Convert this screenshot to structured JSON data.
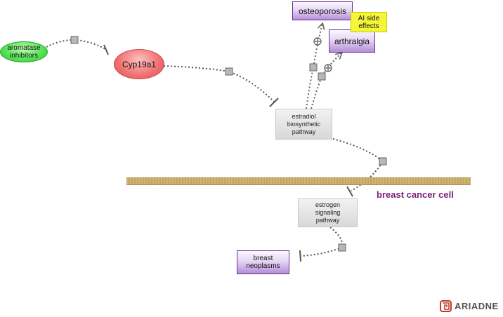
{
  "diagram": {
    "nodes": {
      "aromatase_inhibitors": "aromatase inhibitors",
      "cyp19a1": "Cyp19a1",
      "osteoporosis": "osteoporosis",
      "arthralgia": "arthralgia",
      "ai_side_effects": "AI side effects",
      "estradiol_pathway": "estradiol biosynthetic pathway",
      "estrogen_pathway": "estrogen signaling pathway",
      "breast_neoplasms": "breast neoplasms"
    },
    "compartment_label": "breast cancer cell",
    "colors": {
      "cell_label": "#7a1f7a",
      "membrane": "#c8ad6a",
      "edge": "#555555",
      "inhibitor_bar": "#555555"
    },
    "edges": [
      {
        "from": "aromatase inhibitors",
        "to": "Cyp19a1",
        "type": "inhibition"
      },
      {
        "from": "Cyp19a1",
        "to": "estradiol biosynthetic pathway",
        "type": "inhibition"
      },
      {
        "from": "estradiol biosynthetic pathway",
        "to": "osteoporosis",
        "type": "positive"
      },
      {
        "from": "estradiol biosynthetic pathway",
        "to": "arthralgia",
        "type": "positive"
      },
      {
        "from": "estradiol biosynthetic pathway",
        "to": "estrogen signaling pathway",
        "type": "inhibition"
      },
      {
        "from": "estrogen signaling pathway",
        "to": "breast neoplasms",
        "type": "inhibition"
      }
    ]
  },
  "branding": {
    "logo_text": "ARIADNE",
    "logo_icon": "ariadne-logo-icon"
  }
}
